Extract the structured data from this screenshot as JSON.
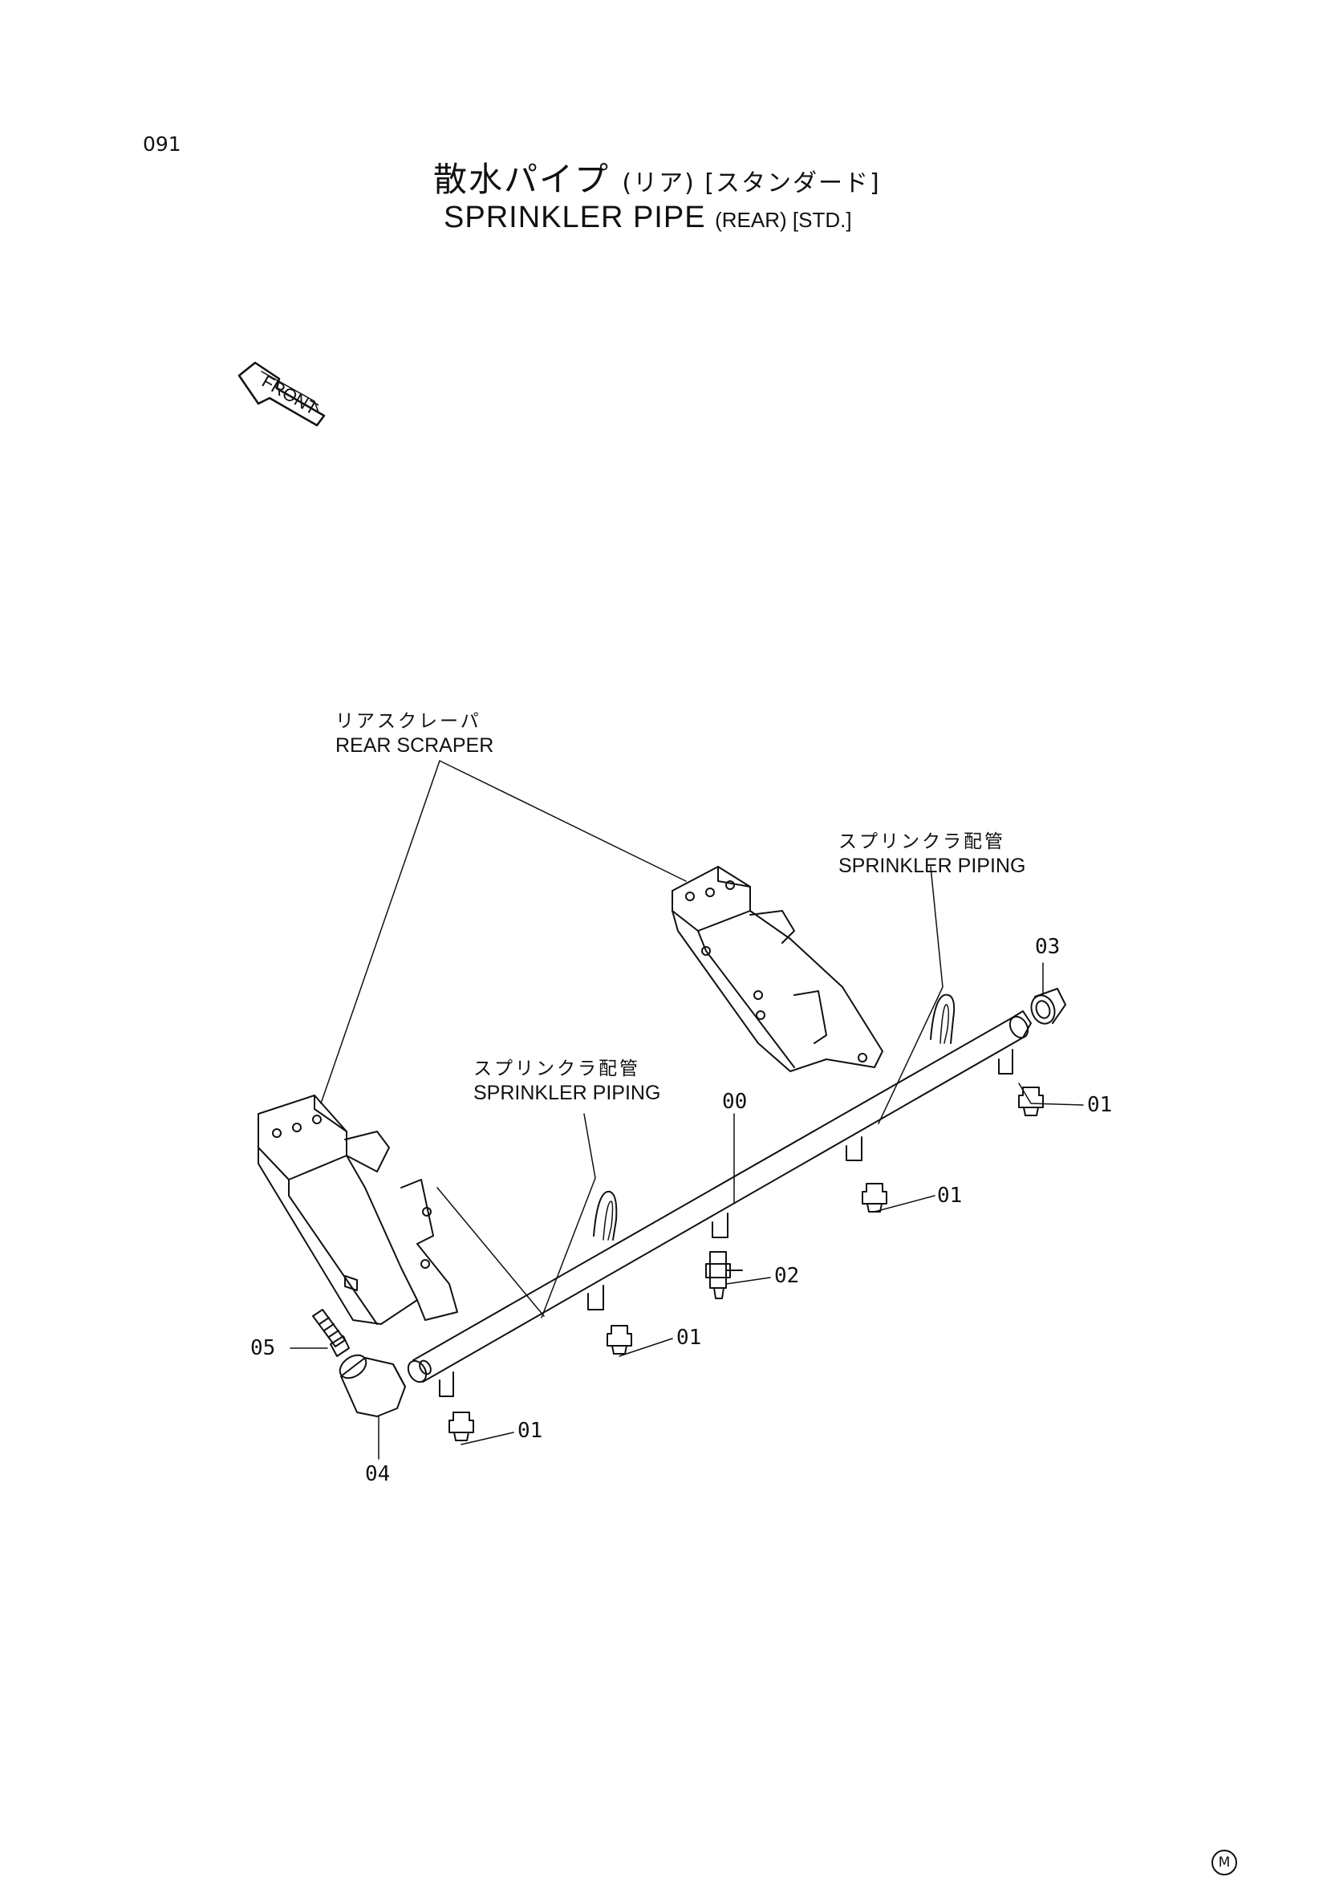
{
  "page_number": "091",
  "title": {
    "japanese": "散水パイプ",
    "japanese_sub": "(リア) [スタンダード]",
    "english": "SPRINKLER PIPE",
    "english_sub": "(REAR) [STD.]"
  },
  "front_arrow_label": "FRONT",
  "callouts": {
    "rear_scraper_jp": "リアスクレーパ",
    "rear_scraper_en": "REAR SCRAPER",
    "sprinkler_piping_jp": "スプリンクラ配管",
    "sprinkler_piping_en": "SPRINKLER PIPING"
  },
  "part_numbers": {
    "p00": "00",
    "p01": "01",
    "p02": "02",
    "p03": "03",
    "p04": "04",
    "p05": "05"
  },
  "corner_mark": "M"
}
